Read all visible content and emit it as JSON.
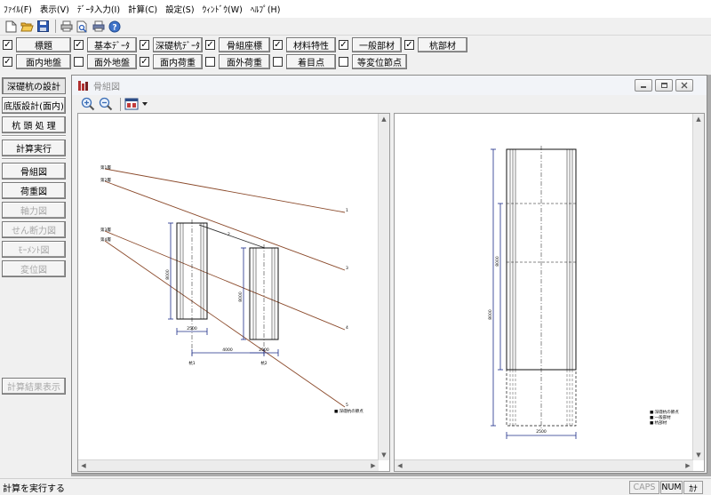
{
  "menu": [
    "ﾌｧｲﾙ(F)",
    "表示(V)",
    "ﾃﾞｰﾀ入力(I)",
    "計算(C)",
    "設定(S)",
    "ｳｨﾝﾄﾞｳ(W)",
    "ﾍﾙﾌﾟ(H)"
  ],
  "toolbar_icons": [
    "new-file-icon",
    "open-folder-icon",
    "save-icon",
    "print-icon",
    "print-preview-icon",
    "printer-setup-icon",
    "help-icon"
  ],
  "checkbar_row1": [
    {
      "label": "標題",
      "checked": true
    },
    {
      "label": "基本ﾃﾞｰﾀ",
      "checked": true
    },
    {
      "label": "深礎杭ﾃﾞｰﾀ",
      "checked": true
    },
    {
      "label": "骨組座標",
      "checked": true
    },
    {
      "label": "材料特性",
      "checked": true
    },
    {
      "label": "一般部材",
      "checked": true
    },
    {
      "label": "杭部材",
      "checked": true
    }
  ],
  "checkbar_row2": [
    {
      "label": "面内地盤",
      "checked": true
    },
    {
      "label": "面外地盤",
      "checked": false
    },
    {
      "label": "面内荷重",
      "checked": true
    },
    {
      "label": "面外荷重",
      "checked": false
    },
    {
      "label": "着目点",
      "checked": false
    },
    {
      "label": "等変位節点",
      "checked": false
    }
  ],
  "nav": {
    "deep_pile": "深礎杭の設計",
    "base_slab": "底版設計(面内)",
    "pile_head": "杭 頭 処 理",
    "run_calc": "計算実行",
    "frame": "骨組図",
    "load": "荷重図",
    "axial": "軸力図",
    "shear": "せん断力図",
    "moment": "ﾓｰﾒﾝﾄ図",
    "displacement": "変位図",
    "results": "計算結果表示"
  },
  "child_window": {
    "title": "骨組図",
    "icon": "frame-diagram-icon"
  },
  "view_tools": [
    "zoom-in-icon",
    "zoom-out-icon",
    "layout-icon"
  ],
  "diagram_left": {
    "layer_labels": [
      "第1層",
      "第2層",
      "第3層",
      "第4層"
    ],
    "node_labels": [
      "1",
      "2",
      "3",
      "4",
      "5"
    ],
    "pile_labels": [
      "杭1",
      "杭2"
    ],
    "dimension_labels": [
      "8000",
      "8000",
      "2500",
      "4000",
      "2500"
    ],
    "legend": "■:深礎杭の節点"
  },
  "diagram_right": {
    "dimension_labels": [
      "8000",
      "8000",
      "2500"
    ],
    "legend": [
      "■:深礎杭の節点",
      "■:一般部材",
      "■:杭部材"
    ]
  },
  "status": {
    "message": "計算を実行する",
    "caps": "CAPS",
    "num": "NUM",
    "kana": "ｶﾅ"
  }
}
